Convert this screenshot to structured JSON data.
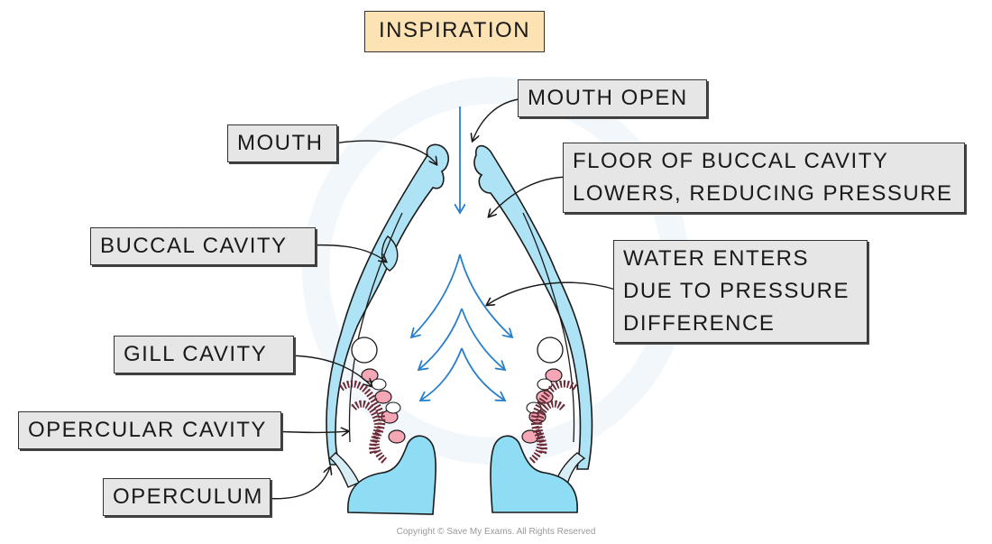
{
  "title": "INSPIRATION",
  "labels": {
    "mouth_open": "MOUTH OPEN",
    "mouth": "MOUTH",
    "floor_line1": "FLOOR OF BUCCAL CAVITY",
    "floor_line2": "LOWERS, REDUCING PRESSURE",
    "buccal_cavity": "BUCCAL CAVITY",
    "water_line1": "WATER ENTERS",
    "water_line2": "DUE TO PRESSURE",
    "water_line3": "DIFFERENCE",
    "gill_cavity": "GILL CAVITY",
    "opercular_cavity": "OPERCULAR CAVITY",
    "operculum": "OPERCULUM"
  },
  "copyright": "Copyright © Save My Exams. All Rights Reserved",
  "colors": {
    "tissue": "#aee3f5",
    "tissue_outline": "#1a1a1a",
    "water_arrow": "#2a7fc9",
    "gill_filament": "#f5a7b5",
    "gill_arch": "#6b2b37",
    "label_bg": "#e6e6e6",
    "title_bg": "#fde3b3"
  }
}
